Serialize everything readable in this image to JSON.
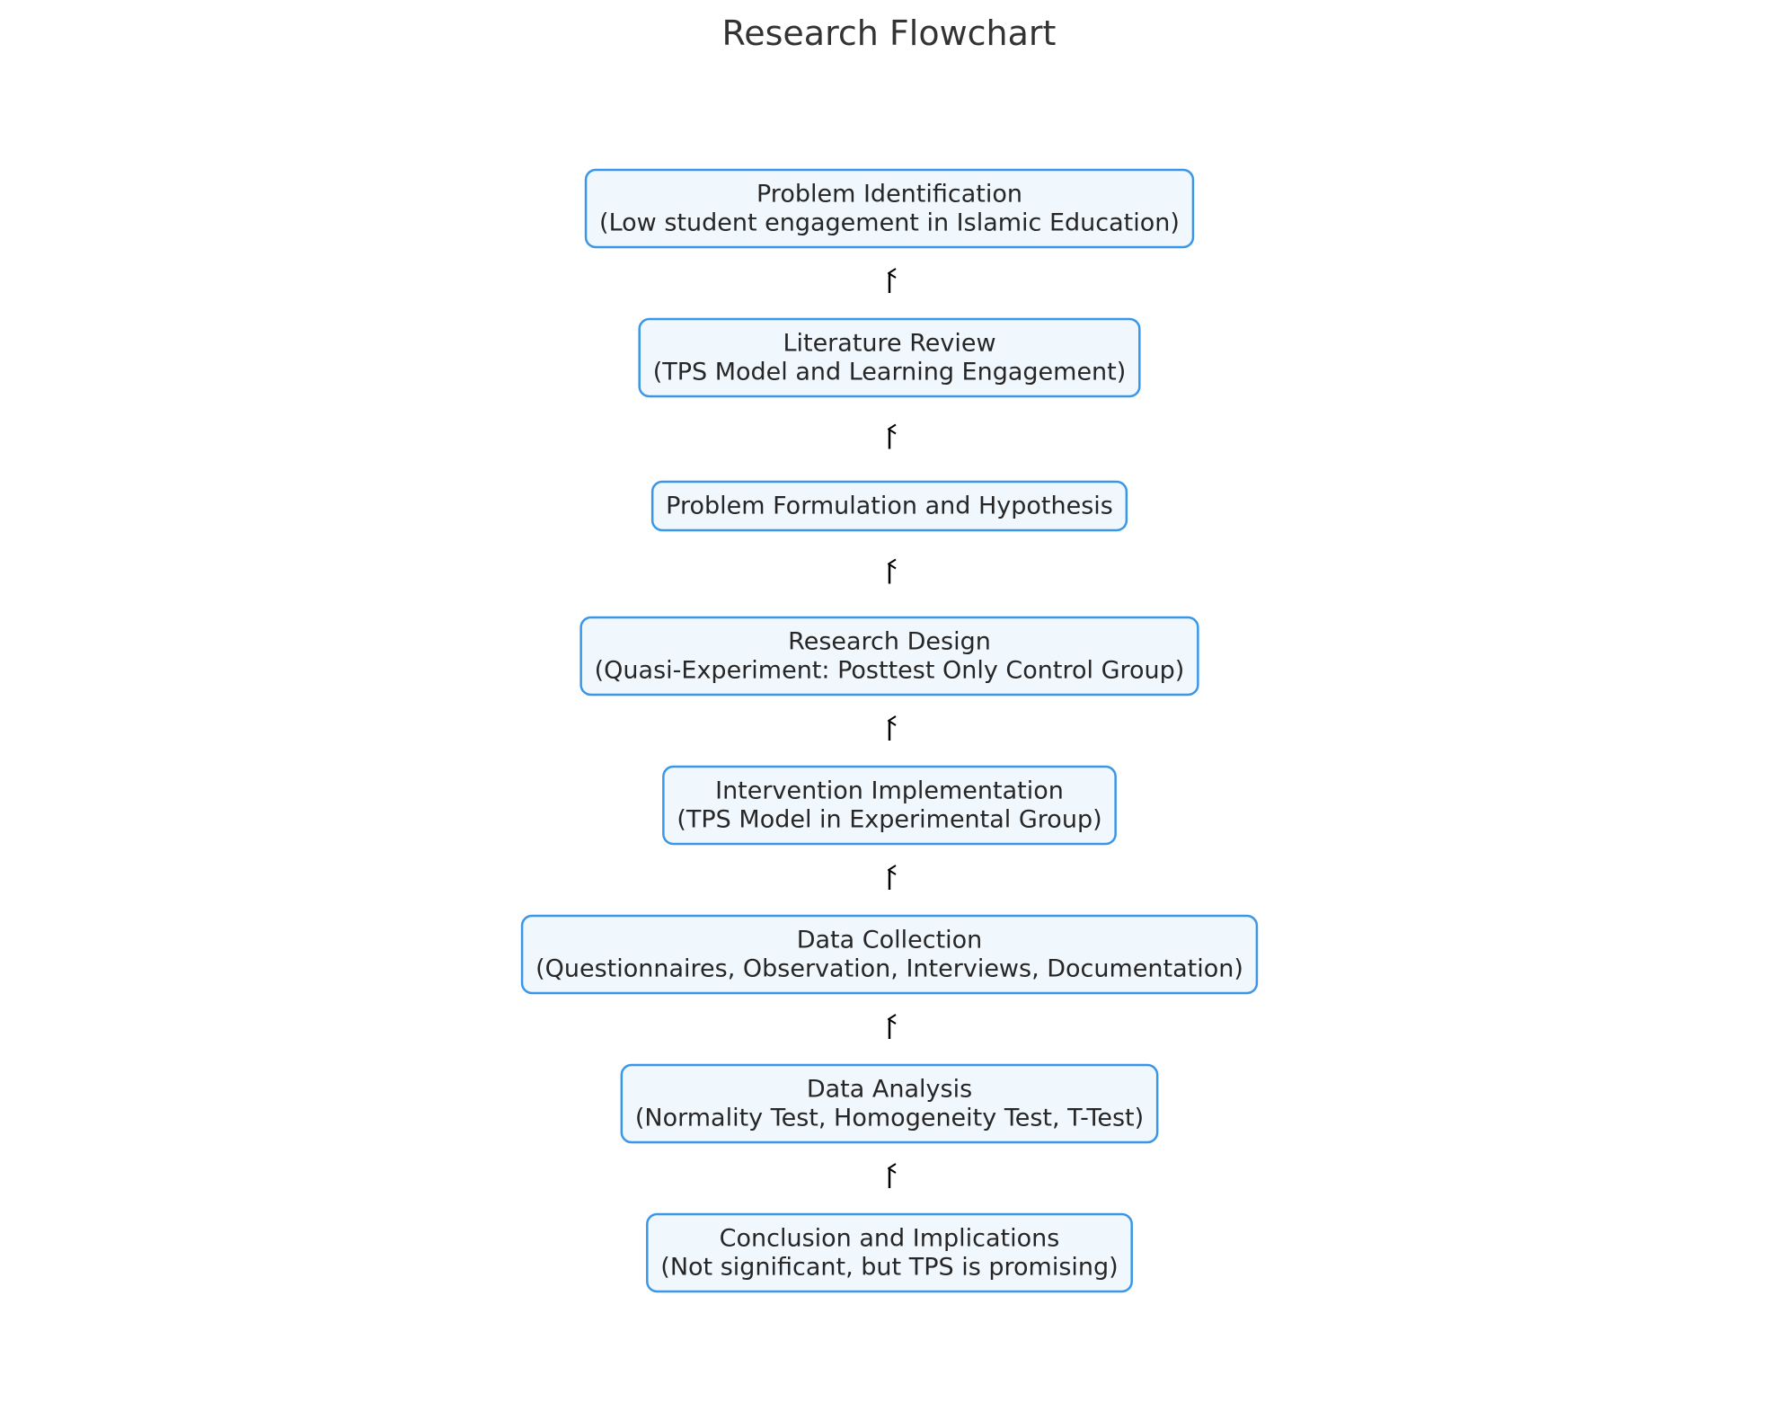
{
  "title": "Research Flowchart",
  "colors": {
    "box_fill": "#f0f7fd",
    "box_stroke": "#3a97e8",
    "arrow": "#000000",
    "text": "#262626",
    "title": "#333333"
  },
  "steps": [
    {
      "line1": "Problem Identification",
      "line2": "(Low student engagement in Islamic Education)"
    },
    {
      "line1": "Literature Review",
      "line2": "(TPS Model and Learning Engagement)"
    },
    {
      "line1": "Problem Formulation and Hypothesis",
      "line2": ""
    },
    {
      "line1": "Research Design",
      "line2": "(Quasi-Experiment: Posttest Only Control Group)"
    },
    {
      "line1": "Intervention Implementation",
      "line2": "(TPS Model in Experimental Group)"
    },
    {
      "line1": "Data Collection",
      "line2": "(Questionnaires, Observation, Interviews, Documentation)"
    },
    {
      "line1": "Data Analysis",
      "line2": "(Normality Test, Homogeneity Test, T-Test)"
    },
    {
      "line1": "Conclusion and Implications",
      "line2": "(Not significant, but TPS is promising)"
    }
  ],
  "connector_direction": "up"
}
